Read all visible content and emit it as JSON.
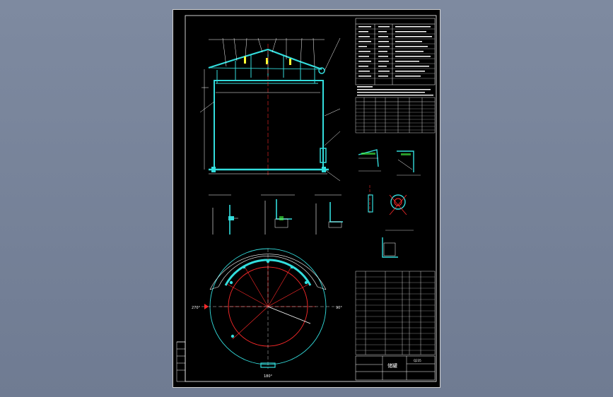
{
  "colors": {
    "viewer_bg": "#7a869c",
    "sheet_bg": "#000000",
    "frame": "#ffffff",
    "tank_wall": "#33dddd",
    "center_line": "#ff2a2a",
    "dimension": "#ffffff",
    "highlight": "#ffff33",
    "hatch": "#44ff44"
  },
  "icons": {
    "sectional_view": "cross-section-icon",
    "detail_circle": "detail-circle-icon",
    "north_arrow": "arrow-icon"
  },
  "drawing": {
    "title_block": {
      "drawing_title": "储罐",
      "material": "Q235"
    },
    "plan_view": {
      "angle_left": "270°",
      "angle_right": "90°",
      "angle_bottom": "180°"
    }
  }
}
